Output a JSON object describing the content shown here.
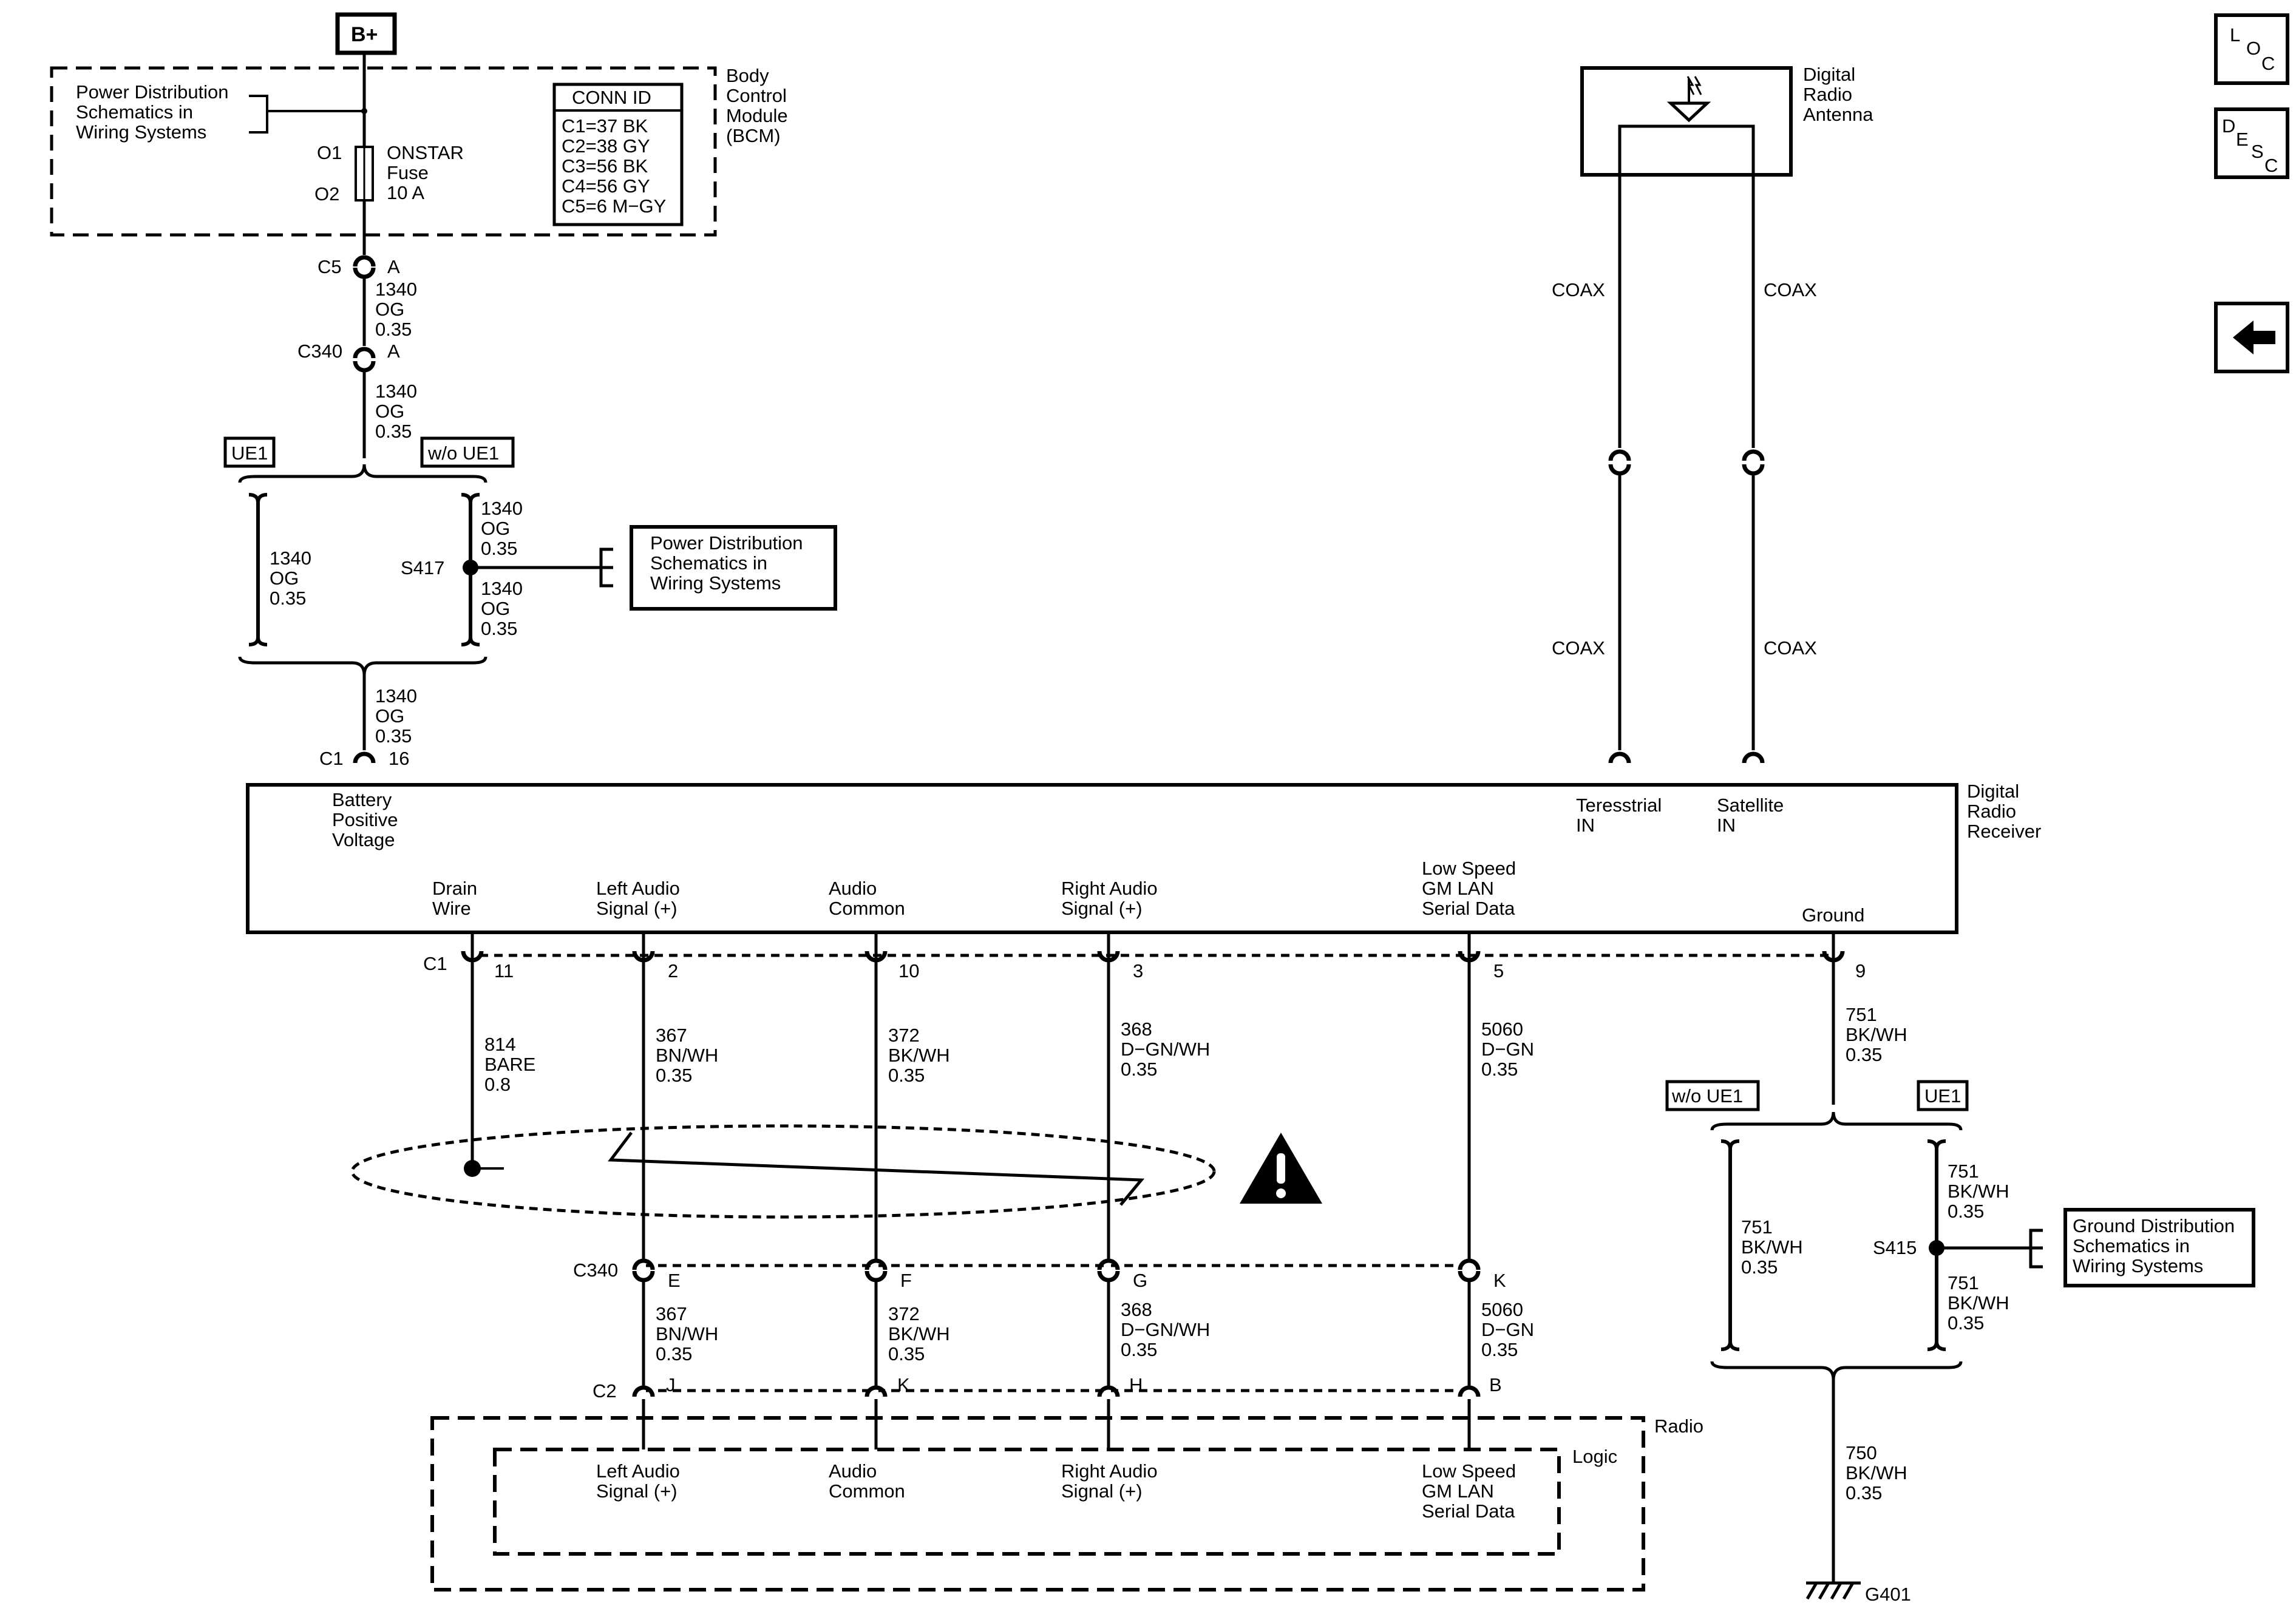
{
  "nav": {
    "loc_l": "L",
    "loc_o": "O",
    "loc_c": "C",
    "desc_d": "D",
    "desc_e": "E",
    "desc_s": "S",
    "desc_c": "C",
    "back_icon": "left-arrow-icon"
  },
  "power": {
    "battery": "B+",
    "power_dist_ref": [
      "Power Distribution",
      "Schematics in",
      "Wiring Systems"
    ],
    "fuse_in": "O1",
    "fuse_out": "O2",
    "fuse_name": [
      "ONSTAR",
      "Fuse",
      "10 A"
    ]
  },
  "bcm": {
    "title": [
      "Body",
      "Control",
      "Module",
      "(BCM)"
    ],
    "conn_header": "CONN ID",
    "conn_list": [
      "C1=37 BK",
      "C2=38 GY",
      "C3=56 BK",
      "C4=56 GY",
      "C5=6 M−GY"
    ]
  },
  "connectors": {
    "c5": "C5",
    "c5_pin": "A",
    "c340": "C340",
    "c340_pin": "A",
    "c1": "C1",
    "c1_pin": "16",
    "c1_bottom": "C1",
    "c340_bottom": "C340",
    "c2": "C2"
  },
  "wires": {
    "w1340": [
      "1340",
      "OG",
      "0.35"
    ],
    "w814": [
      "814",
      "BARE",
      "0.8"
    ],
    "w367": [
      "367",
      "BN/WH",
      "0.35"
    ],
    "w372": [
      "372",
      "BK/WH",
      "0.35"
    ],
    "w368": [
      "368",
      "D−GN/WH",
      "0.35"
    ],
    "w5060": [
      "5060",
      "D−GN",
      "0.35"
    ],
    "w751": [
      "751",
      "BK/WH",
      "0.35"
    ],
    "w750": [
      "750",
      "BK/WH",
      "0.35"
    ]
  },
  "options": {
    "ue1": "UE1",
    "wo_ue1": "w/o UE1"
  },
  "splices": {
    "s417": "S417",
    "s415": "S415"
  },
  "refs": {
    "power_dist": [
      "Power Distribution",
      "Schematics in",
      "Wiring Systems"
    ],
    "ground_dist": [
      "Ground Distribution",
      "Schematics in",
      "Wiring Systems"
    ]
  },
  "antenna": {
    "title": [
      "Digital",
      "Radio",
      "Antenna"
    ],
    "coax": "COAX"
  },
  "receiver": {
    "title": [
      "Digital",
      "Radio",
      "Receiver"
    ],
    "battery": [
      "Battery",
      "Positive",
      "Voltage"
    ],
    "terrestrial": [
      "Teresstrial",
      "IN"
    ],
    "satellite": [
      "Satellite",
      "IN"
    ],
    "drain": [
      "Drain",
      "Wire"
    ],
    "left_audio": [
      "Left Audio",
      "Signal (+)"
    ],
    "audio_common": [
      "Audio",
      "Common"
    ],
    "right_audio": [
      "Right Audio",
      "Signal (+)"
    ],
    "lan": [
      "Low Speed",
      "GM LAN",
      "Serial Data"
    ],
    "ground": "Ground",
    "pins": {
      "drain": "11",
      "left": "2",
      "common": "10",
      "right": "3",
      "lan": "5",
      "ground": "9"
    }
  },
  "c340_pins": {
    "left": "E",
    "common": "F",
    "right": "G",
    "lan": "K"
  },
  "c2_pins": {
    "left": "J",
    "common": "K",
    "right": "H",
    "lan": "B"
  },
  "radio": {
    "title": "Radio",
    "logic": "Logic",
    "left_audio": [
      "Left Audio",
      "Signal (+)"
    ],
    "audio_common": [
      "Audio",
      "Common"
    ],
    "right_audio": [
      "Right Audio",
      "Signal (+)"
    ],
    "lan": [
      "Low Speed",
      "GM LAN",
      "Serial Data"
    ]
  },
  "ground": {
    "name": "G401"
  },
  "warning": {
    "icon": "warning-triangle-icon"
  }
}
